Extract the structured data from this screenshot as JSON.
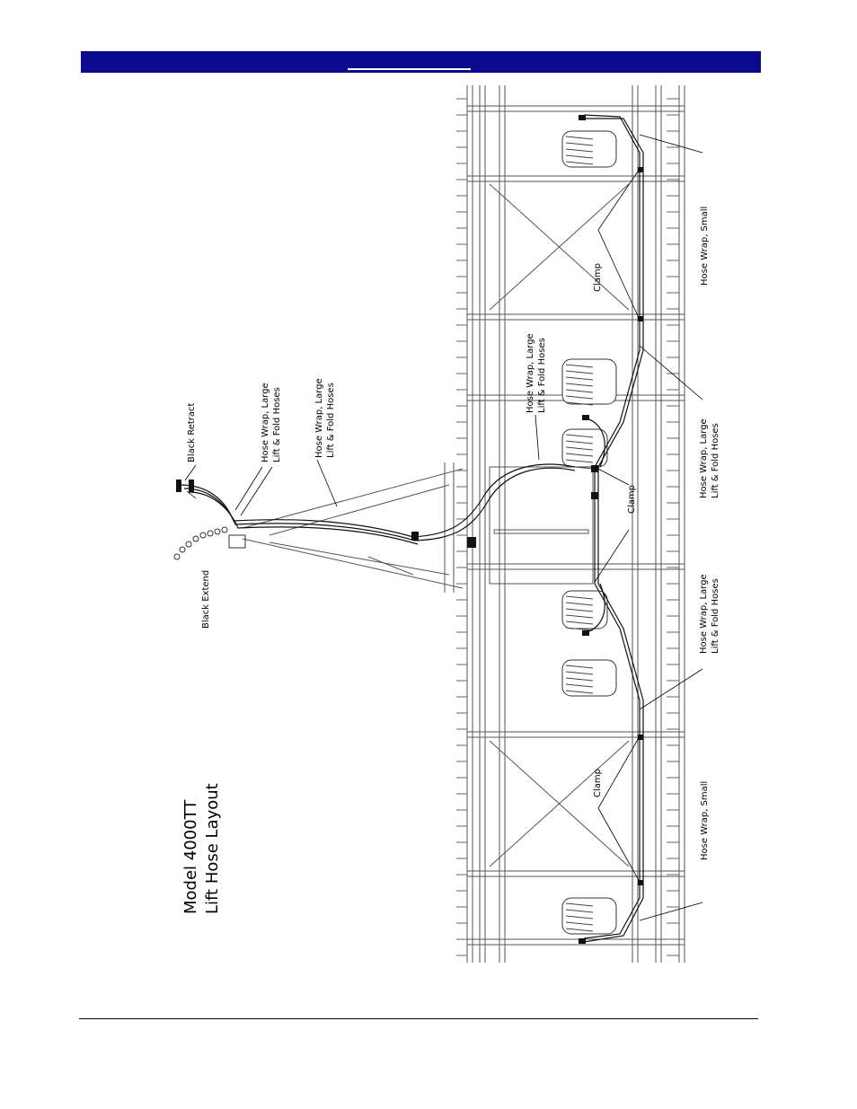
{
  "figure": {
    "title_line1": "Model 4000TT",
    "title_line2": "Lift Hose Layout"
  },
  "labels": {
    "black_retract": "Black Retract",
    "black_extend": "Black Extend",
    "hose_wrap_large_1_l1": "Hose Wrap, Large",
    "hose_wrap_large_1_l2": "Lift & Fold Hoses",
    "hose_wrap_large_2_l1": "Hose Wrap, Large",
    "hose_wrap_large_2_l2": "Lift & Fold Hoses",
    "hose_wrap_large_3_l1": "Hose Wrap, Large",
    "hose_wrap_large_3_l2": "Lift & Fold Hoses",
    "hose_wrap_large_4_l1": "Hose Wrap, Large",
    "hose_wrap_large_4_l2": "Lift & Fold Hoses",
    "hose_wrap_large_5_l1": "Hose Wrap, Large",
    "hose_wrap_large_5_l2": "Lift & Fold Hoses",
    "hose_wrap_small_1": "Hose Wrap, Small",
    "hose_wrap_small_2": "Hose Wrap, Small",
    "clamp_1": "Clamp",
    "clamp_2": "Clamp",
    "clamp_3": "Clamp"
  }
}
